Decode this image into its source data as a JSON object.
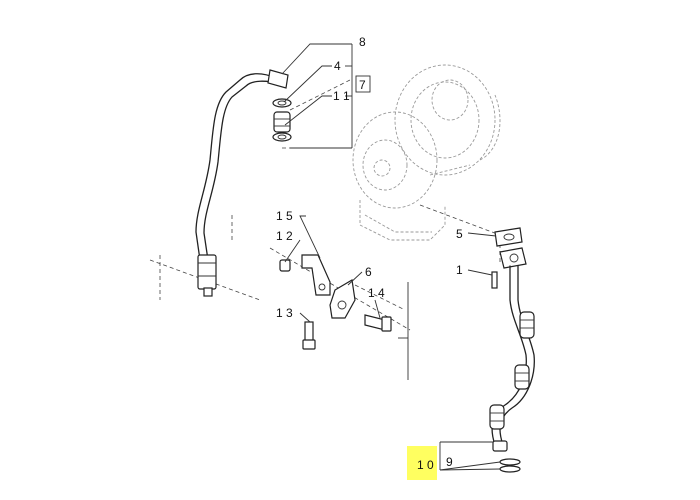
{
  "callouts": {
    "c8": "8",
    "c4": "4",
    "c7": "7",
    "c11": "1 1",
    "c15": "1 5",
    "c12": "1 2",
    "c6": "6",
    "c14": "1 4",
    "c13": "1 3",
    "c5": "5",
    "c1": "1",
    "c10": "1 0",
    "c9": "9"
  },
  "colors": {
    "highlight": "#ffff44",
    "line": "#222222"
  }
}
